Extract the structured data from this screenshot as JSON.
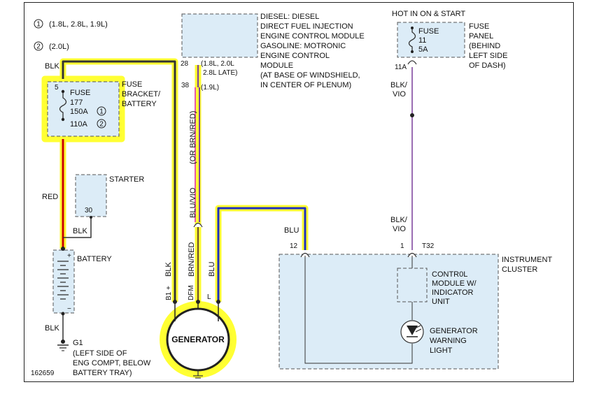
{
  "legend": {
    "note1_marker": "1",
    "note1_text": "(1.8L, 2.8L, 1.9L)",
    "note2_marker": "2",
    "note2_text": "(2.0L)"
  },
  "ecm": {
    "pin28": "28",
    "pin28_note1": "(1.8L, 2.0L",
    "pin28_note2": "2.8L LATE)",
    "pin38": "38",
    "pin38_note": "(1.9L)",
    "desc": [
      "DIESEL: DIESEL",
      "DIRECT FUEL INJECTION",
      "ENGINE CONTROL MODULE",
      "GASOLINE: MOTRONIC",
      "ENGINE CONTROL",
      "MODULE",
      "(AT BASE OF WINDSHIELD,",
      "IN CENTER OF PLENUM)"
    ]
  },
  "fuse_panel": {
    "hot_label": "HOT IN ON & START",
    "fuse_word": "FUSE",
    "fuse_num": "11",
    "fuse_amp": "5A",
    "desc": [
      "FUSE",
      "PANEL",
      "(BEHIND",
      "LEFT SIDE",
      "OF DASH)"
    ],
    "terminal": "11A"
  },
  "fuse_bracket": {
    "wire_top": "BLK",
    "pin": "5",
    "fuse_word": "FUSE",
    "fuse_num": "177",
    "amp1": "150A",
    "amp2": "110A",
    "marker1": "1",
    "marker2": "2",
    "desc": [
      "FUSE",
      "BRACKET/",
      "BATTERY"
    ]
  },
  "starter": {
    "label": "STARTER",
    "pin": "30"
  },
  "battery": {
    "label": "BATTERY",
    "plus": "+",
    "minus": "−"
  },
  "ground": {
    "label": "G1",
    "desc": [
      "(LEFT SIDE OF",
      "ENG COMPT, BELOW",
      "BATTERY TRAY)"
    ]
  },
  "wires": {
    "red": "RED",
    "blk_starter": "BLK",
    "blk_ground": "BLK",
    "blu_vio": "BLU/VIO",
    "or_brn_red": "(OR BRN/RED)",
    "blu_top": "BLU",
    "blk_vio_top": "BLK/\nVIO",
    "blk_vio_top_1": "BLK/",
    "blk_vio_top_2": "VIO",
    "blk_vio_low_1": "BLK/",
    "blk_vio_low_2": "VIO",
    "gen_blk": "BLK",
    "gen_brn_red": "BRN/RED",
    "gen_blu": "BLU"
  },
  "generator": {
    "label": "GENERATOR",
    "term_b": "B1 +",
    "term_dfm": "DFM",
    "term_l": "L"
  },
  "cluster": {
    "pin12": "12",
    "pin1": "1",
    "connector": "T32",
    "desc": [
      "INSTRUMENT",
      "CLUSTER"
    ],
    "module": [
      "CONTR0L",
      "MODULE W/",
      "INDICATOR",
      "UNIT"
    ],
    "light": [
      "GENERATOR",
      "WARNING",
      "LIGHT"
    ]
  },
  "diagram_id": "162659",
  "colors": {
    "highlight": "#ffff33",
    "box_fill": "#dcecf7",
    "red_wire": "#cc0000",
    "blue_wire": "#1f2fbf",
    "violet_wire": "#7a3f9a",
    "pink_wire": "#e65aa6"
  }
}
